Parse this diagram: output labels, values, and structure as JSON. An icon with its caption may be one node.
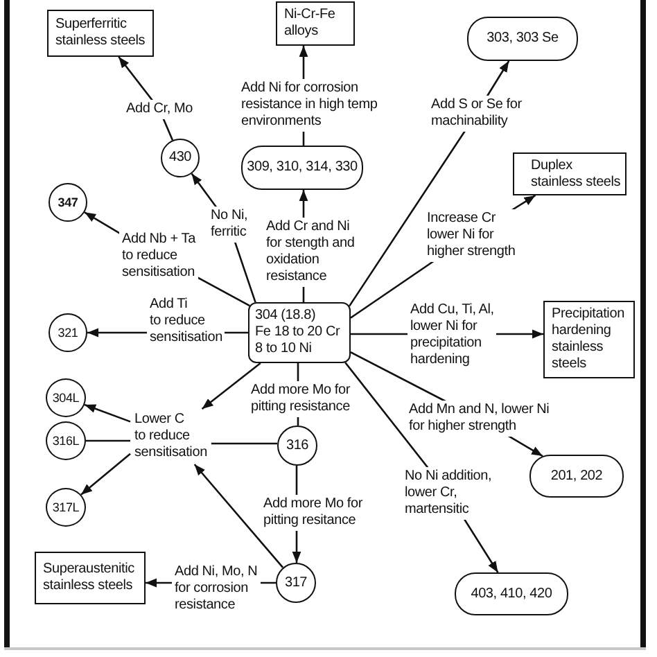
{
  "diagram": {
    "nodes": [
      {
        "text": [
          "Superferritic stainless steels"
        ]
      },
      {
        "text": [
          "Ni-Cr-Fe alloys"
        ]
      },
      {
        "text": [
          "303, 303 Se"
        ]
      },
      {
        "text": [
          "430"
        ]
      },
      {
        "text": [
          "309, 310, 314, 330"
        ]
      },
      {
        "text": [
          "Duplex stainless steels"
        ]
      },
      {
        "text": [
          "347"
        ]
      },
      {
        "text": [
          "304 (18.8) Fe 18 to 20 Cr 8 to 10 Ni"
        ]
      },
      {
        "text": [
          "321"
        ]
      },
      {
        "text": [
          "Precipitation hardening stainless steels"
        ]
      },
      {
        "text": [
          "304L"
        ]
      },
      {
        "text": [
          "Lower C to reduce sensitisation"
        ]
      },
      {
        "text": [
          "316L"
        ]
      },
      {
        "text": [
          "316"
        ]
      },
      {
        "text": [
          "201, 202"
        ]
      },
      {
        "text": [
          "317L"
        ]
      },
      {
        "text": [
          "Superaustenitic stainless steels"
        ]
      },
      {
        "text": [
          "317"
        ]
      },
      {
        "text": [
          "403, 410, 420"
        ]
      }
    ],
    "edges": [
      {
        "from": 3,
        "to": 0,
        "arrow": "to",
        "label": "Add Cr, Mo"
      },
      {
        "from": 4,
        "to": 1,
        "arrow": "to",
        "label": "Add Ni for corrosion resistance in high temp environments"
      },
      {
        "from": 7,
        "to": 2,
        "arrow": "to",
        "label": "Add S or Se for machinability"
      },
      {
        "from": 7,
        "to": 3,
        "arrow": "to",
        "label": "No Ni, ferritic"
      },
      {
        "from": 7,
        "to": 4,
        "arrow": "to",
        "label": "Add Cr and Ni for stength and oxidation resistance"
      },
      {
        "from": 7,
        "to": 5,
        "arrow": "to",
        "label": "Increase Cr lower Ni for higher strength"
      },
      {
        "from": 7,
        "to": 6,
        "arrow": "to",
        "label": "Add Nb + Ta to reduce sensitisation"
      },
      {
        "from": 7,
        "to": 8,
        "arrow": "to",
        "label": "Add Ti to reduce sensitisation"
      },
      {
        "from": 7,
        "to": 9,
        "arrow": "to",
        "label": "Add Cu, Ti, Al, lower Ni for precipitation hardening"
      },
      {
        "from": 7,
        "to": 11,
        "arrow": "to"
      },
      {
        "from": 7,
        "to": 13,
        "arrow": "none",
        "label": "Add more Mo for pitting resistance"
      },
      {
        "from": 7,
        "to": 14,
        "arrow": "to",
        "label": "Add Mn and N, lower Ni for higher strength"
      },
      {
        "from": 7,
        "to": 18,
        "arrow": "to",
        "label": "No Ni addition, lower Cr, martensitic"
      },
      {
        "from": 13,
        "to": 17,
        "arrow": "to",
        "label": "Add more Mo for pitting resitance"
      },
      {
        "from": 13,
        "to": 11,
        "arrow": "none"
      },
      {
        "from": 17,
        "to": 11,
        "arrow": "to"
      },
      {
        "from": 17,
        "to": 16,
        "arrow": "to",
        "label": "Add Ni, Mo, N for corrosion resistance"
      },
      {
        "from": 11,
        "to": 10,
        "arrow": "to"
      },
      {
        "from": 11,
        "to": 12,
        "arrow": "none"
      },
      {
        "from": 11,
        "to": 15,
        "arrow": "to"
      }
    ]
  }
}
